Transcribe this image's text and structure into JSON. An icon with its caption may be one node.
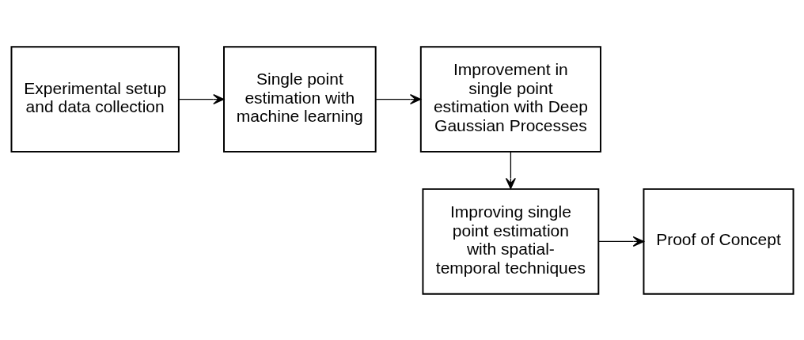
{
  "diagram": {
    "nodes": [
      {
        "text": [
          "Experimental setup and data collection"
        ]
      },
      {
        "text": [
          "Single point estimation with machine learning"
        ]
      },
      {
        "text": [
          "Improvement in single point estimation with Deep Gaussian Processes"
        ]
      },
      {
        "text": [
          "Improving single point estimation with spatial-temporal techniques"
        ]
      },
      {
        "text": [
          "Proof of Concept"
        ]
      }
    ],
    "edges": [
      {
        "from": 0,
        "to": 1,
        "arrow": "to"
      },
      {
        "from": 1,
        "to": 2,
        "arrow": "to"
      },
      {
        "from": 2,
        "to": 3,
        "arrow": "to"
      },
      {
        "from": 3,
        "to": 4,
        "arrow": "to"
      }
    ]
  }
}
